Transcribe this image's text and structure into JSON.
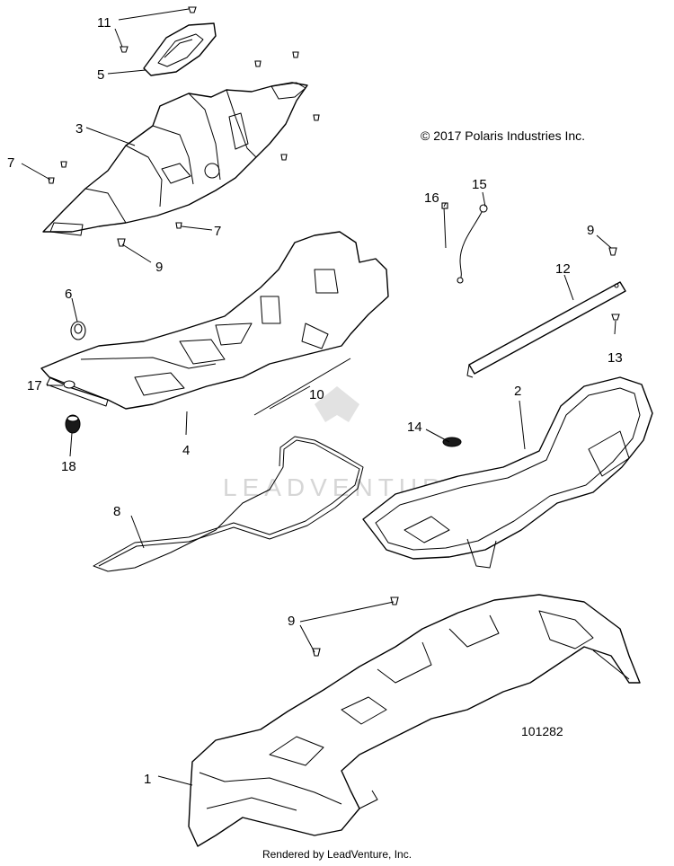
{
  "copyright": "© 2017 Polaris Industries Inc.",
  "diagram_id": "101282",
  "footer": "Rendered by LeadVenture, Inc.",
  "watermark": "LEADVENTURE",
  "callouts": {
    "c1": "1",
    "c2": "2",
    "c3": "3",
    "c4": "4",
    "c5": "5",
    "c6": "6",
    "c7a": "7",
    "c7b": "7",
    "c8": "8",
    "c9a": "9",
    "c9b": "9",
    "c9c": "9",
    "c10": "10",
    "c11": "11",
    "c12": "12",
    "c13": "13",
    "c14": "14",
    "c15": "15",
    "c16": "16",
    "c17": "17",
    "c18": "18"
  }
}
